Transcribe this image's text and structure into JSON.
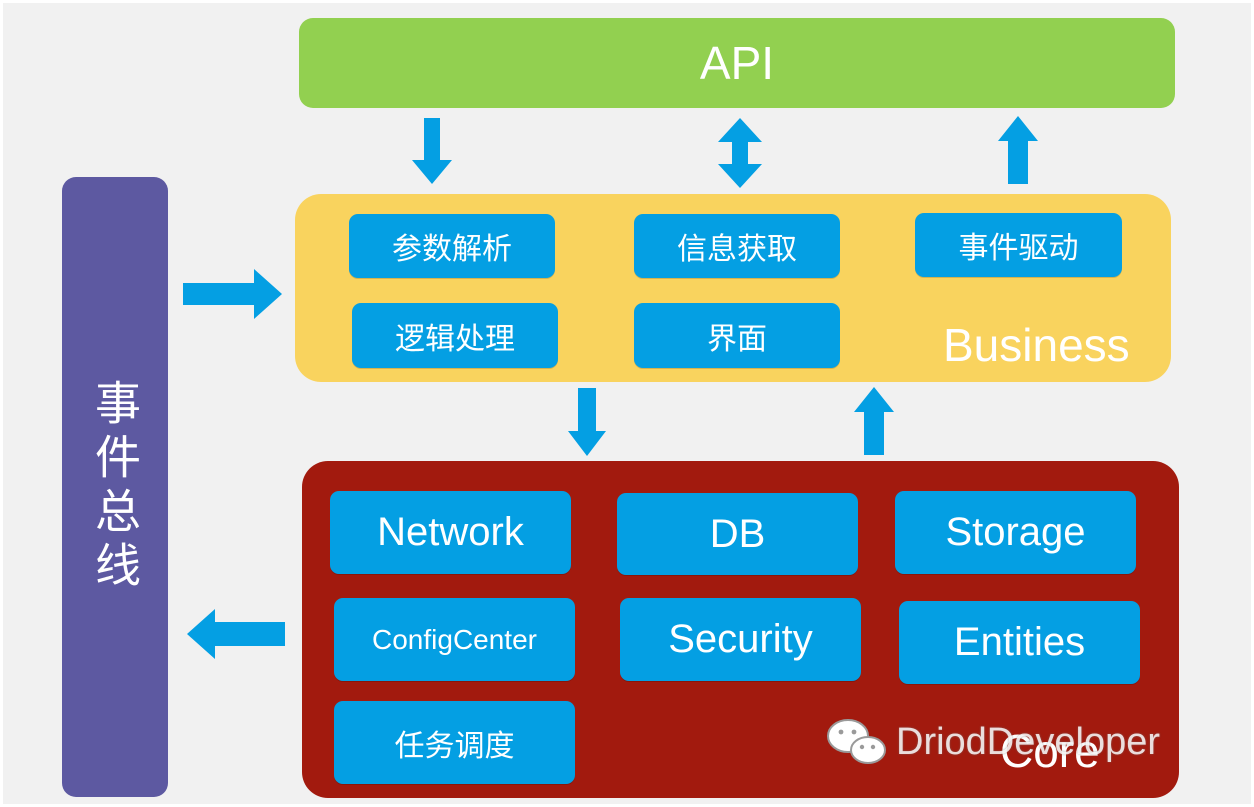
{
  "colors": {
    "api": "#92d050",
    "business": "#f9d35e",
    "core": "#a21a0e",
    "event_bus": "#5d59a1",
    "chip": "#049fe3",
    "arrow": "#049fe3"
  },
  "api": {
    "label": "API"
  },
  "event_bus": {
    "label": "事件总线"
  },
  "business": {
    "label": "Business",
    "modules": [
      "参数解析",
      "信息获取",
      "事件驱动",
      "逻辑处理",
      "界面"
    ]
  },
  "core": {
    "label": "Core",
    "modules": [
      "Network",
      "DB",
      "Storage",
      "ConfigCenter",
      "Security",
      "Entities",
      "任务调度"
    ]
  },
  "watermark": {
    "text": "DriodDeveloper",
    "icon": "wechat-icon"
  }
}
